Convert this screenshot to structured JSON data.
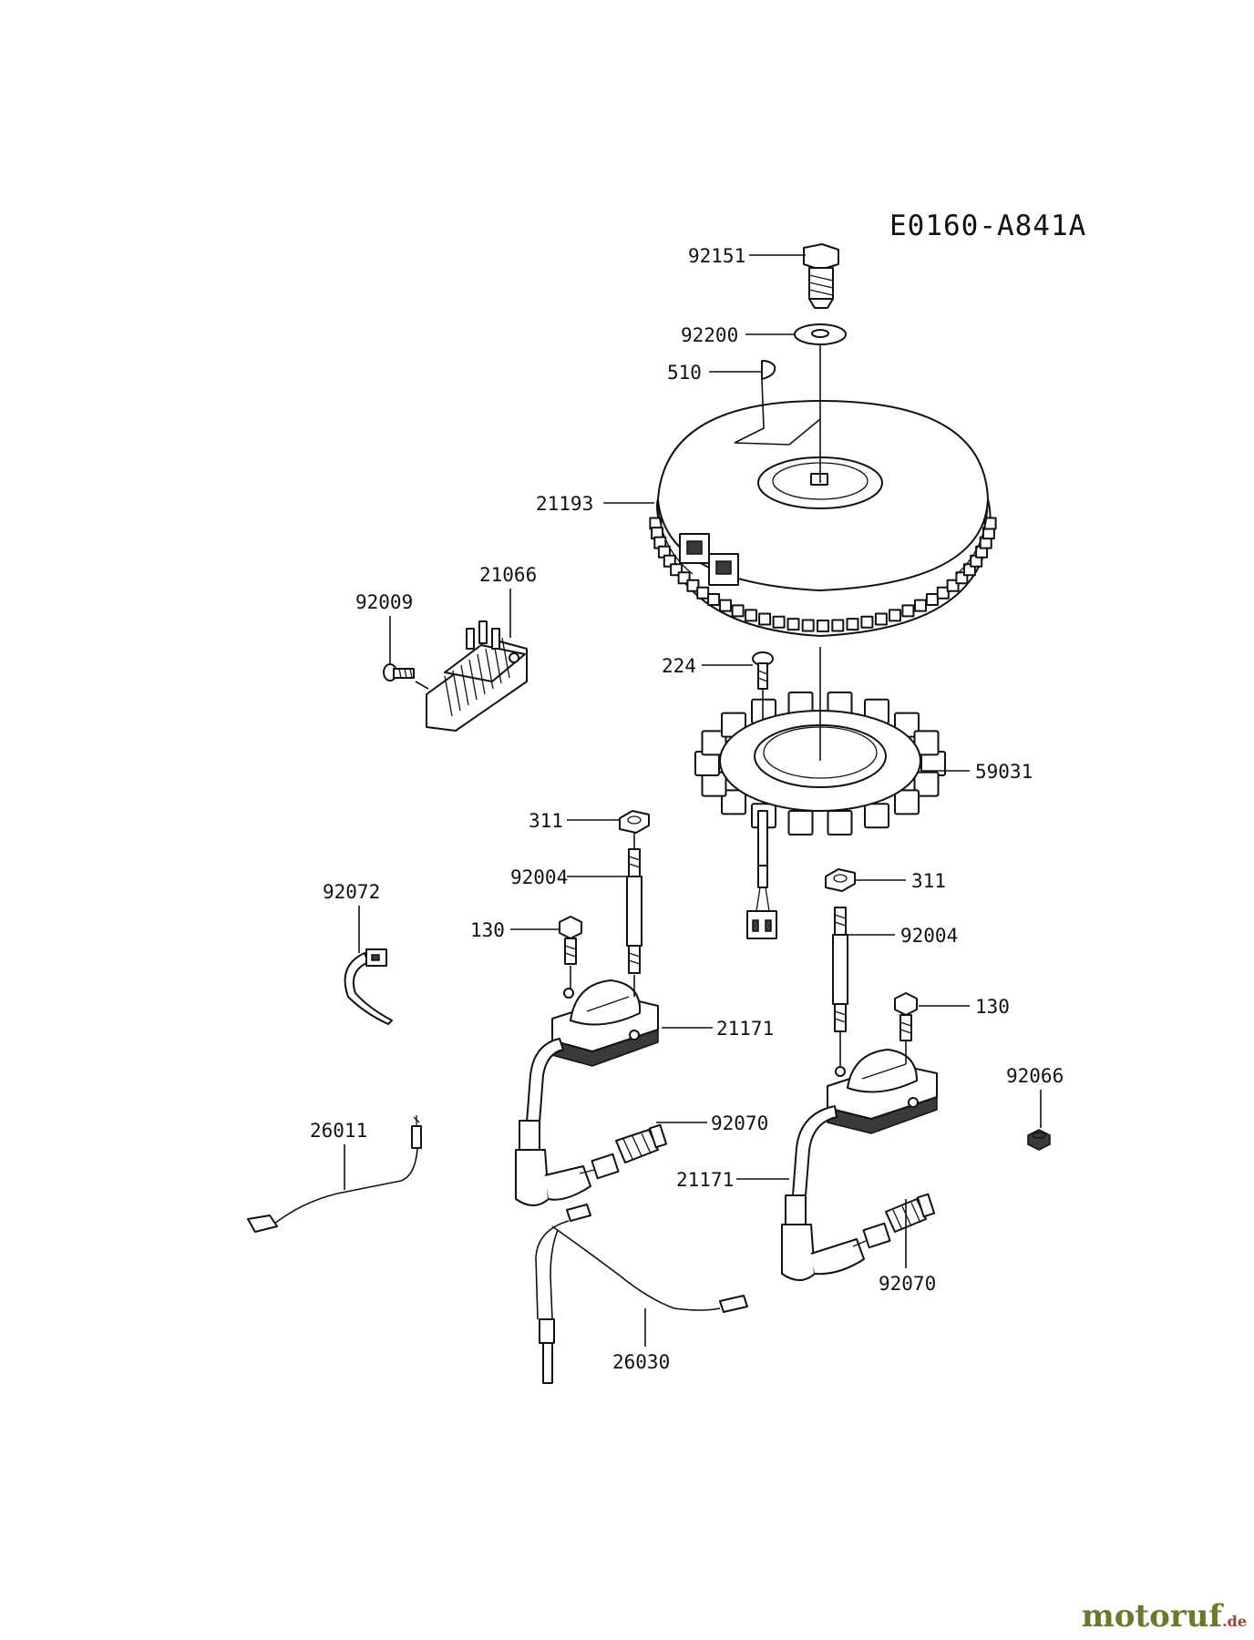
{
  "diagram_code": "E0160-A841A",
  "watermark": {
    "name": "motoruf",
    "tld": ".de"
  },
  "parts": [
    {
      "id": "p-92151",
      "label": "92151"
    },
    {
      "id": "p-92200",
      "label": "92200"
    },
    {
      "id": "p-510",
      "label": "510"
    },
    {
      "id": "p-21193",
      "label": "21193"
    },
    {
      "id": "p-92009",
      "label": "92009"
    },
    {
      "id": "p-21066",
      "label": "21066"
    },
    {
      "id": "p-224",
      "label": "224"
    },
    {
      "id": "p-59031",
      "label": "59031"
    },
    {
      "id": "p-311-a",
      "label": "311"
    },
    {
      "id": "p-92004-a",
      "label": "92004"
    },
    {
      "id": "p-92072",
      "label": "92072"
    },
    {
      "id": "p-130-a",
      "label": "130"
    },
    {
      "id": "p-311-b",
      "label": "311"
    },
    {
      "id": "p-92004-b",
      "label": "92004"
    },
    {
      "id": "p-21171-a",
      "label": "21171"
    },
    {
      "id": "p-130-b",
      "label": "130"
    },
    {
      "id": "p-92066",
      "label": "92066"
    },
    {
      "id": "p-26011",
      "label": "26011"
    },
    {
      "id": "p-92070-a",
      "label": "92070"
    },
    {
      "id": "p-21171-b",
      "label": "21171"
    },
    {
      "id": "p-92070-b",
      "label": "92070"
    },
    {
      "id": "p-26030",
      "label": "26030"
    }
  ]
}
